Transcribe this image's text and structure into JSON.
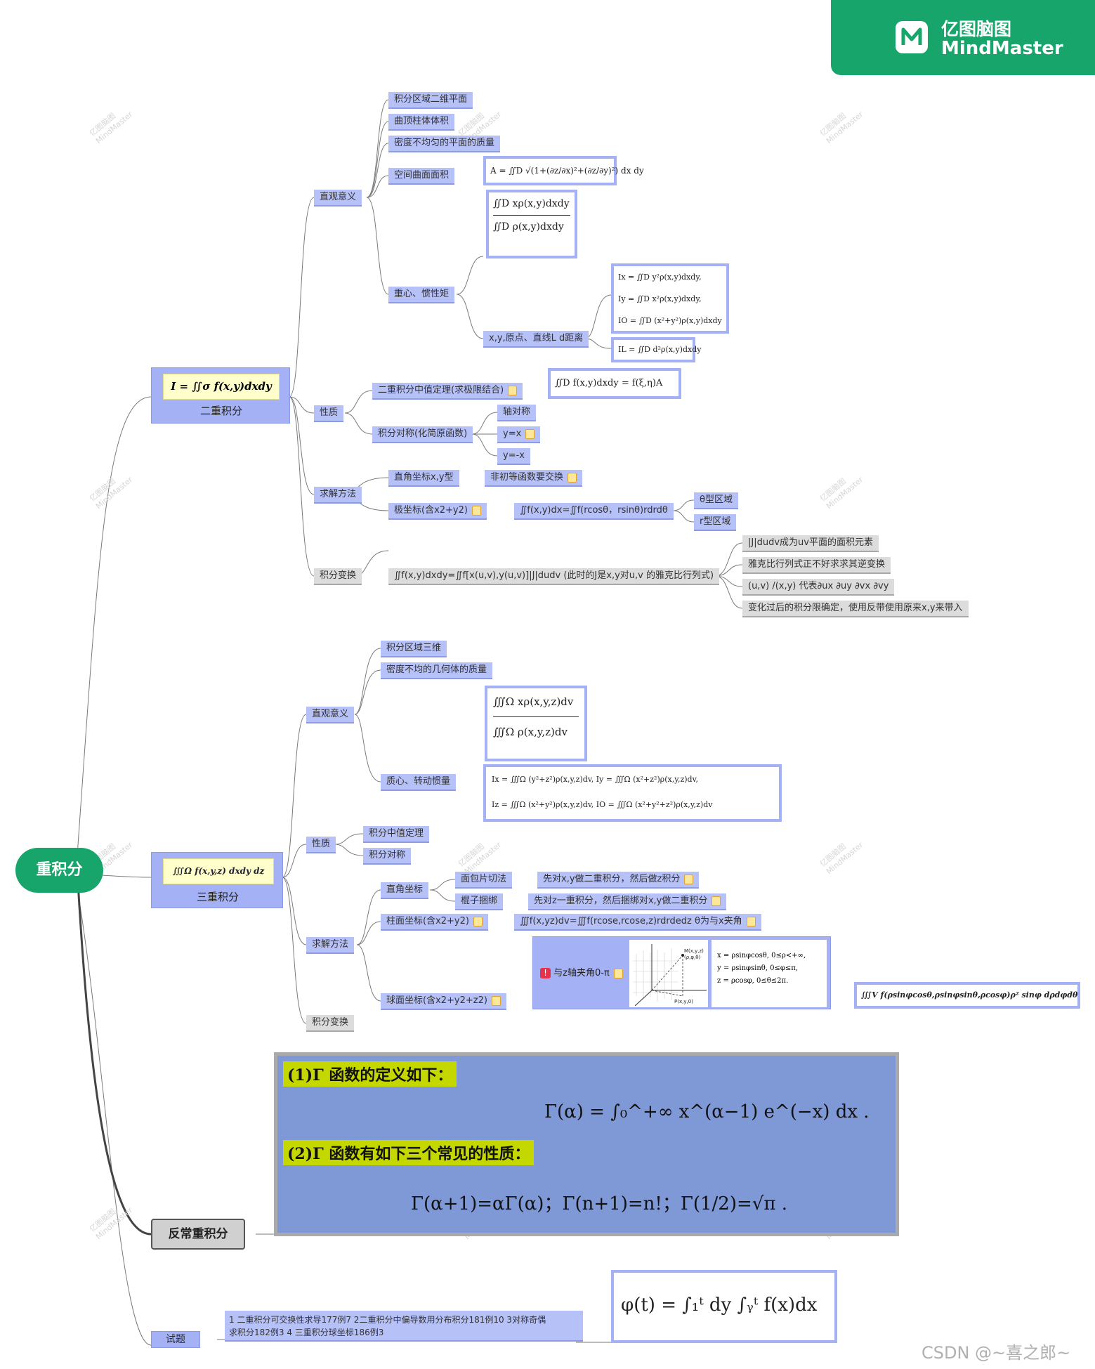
{
  "brand": {
    "name_cn": "亿图脑图",
    "name_en": "MindMaster",
    "footer": "CSDN @~喜之郎~",
    "watermark": "亿图脑图 MindMaster"
  },
  "root": "重积分",
  "double": {
    "formula": "I = ∬σ f(x,y)dxdy",
    "label": "二重积分",
    "meaning": {
      "label": "直观意义",
      "items": [
        "积分区域二维平面",
        "曲顶柱体体积",
        "密度不均匀的平面的质量",
        "空间曲面面积"
      ],
      "area_formula": "A = ∬D √(1+(∂z/∂x)²+(∂z/∂y)²) dx dy",
      "centroid": {
        "label": "重心、惯性矩",
        "numerator": "∬D xρ(x,y)dxdy",
        "denominator": "∬D ρ(x,y)dxdy",
        "distance_label": "x,y,原点、直线L d距离",
        "inertia": [
          "Ix = ∬D y²ρ(x,y)dxdy,",
          "Iy = ∬D x²ρ(x,y)dxdy,",
          "IO = ∬D (x²+y²)ρ(x,y)dxdy"
        ],
        "inertia_L": "IL = ∬D d²ρ(x,y)dxdy"
      }
    },
    "property": {
      "label": "性质",
      "mvt_label": "二重积分中值定理(求极限结合)",
      "mvt_formula": "∬D f(x,y)dxdy = f(ξ,η)A",
      "sym_label": "积分对称(化简原函数)",
      "sym_items": [
        "轴对称",
        "y=x",
        "y=-x"
      ]
    },
    "method": {
      "label": "求解方法",
      "rect": "直角坐标x,y型",
      "rect_note": "非初等函数要交换",
      "polar": "极坐标(含x2+y2)",
      "polar_formula": "∬f(x,y)dx=∬f(rcosθ，rsinθ)rdrdθ",
      "regions": [
        "θ型区域",
        "r型区域"
      ]
    },
    "transform": {
      "label": "积分变换",
      "formula": "∬f(x,y)dxdy=∬f[x(u,v),y(u,v)]|J|dudv   (此时的J是x,y对u,v 的雅克比行列式)",
      "notes": [
        "|J|dudv成为uv平面的面积元素",
        "雅克比行列式正不好求求其逆变换",
        "(u,v) /(x,y) 代表∂ux ∂uy ∂vx ∂vy",
        "变化过后的积分限确定，使用反带使用原来x,y来带入"
      ]
    }
  },
  "triple": {
    "formula": "∭Ω f(x,y,z) dxdy dz",
    "label": "三重积分",
    "meaning": {
      "label": "直观意义",
      "items": [
        "积分区域三维",
        "密度不均的几何体的质量"
      ],
      "numerator": "∭Ω xρ(x,y,z)dv",
      "denominator": "∭Ω ρ(x,y,z)dv",
      "inertia_label": "质心、转动惯量",
      "inertia": [
        "Ix = ∭Ω (y²+z²)ρ(x,y,z)dv,   Iy = ∭Ω (x²+z²)ρ(x,y,z)dv,",
        "Iz = ∭Ω (x²+y²)ρ(x,y,z)dv,   IO = ∭Ω (x²+y²+z²)ρ(x,y,z)dv"
      ]
    },
    "property": {
      "label": "性质",
      "items": [
        "积分中值定理",
        "积分对称"
      ]
    },
    "method": {
      "label": "求解方法",
      "rect": "直角坐标",
      "slice": "面包片切法",
      "slice_note": "先对x,y做二重积分，然后做z积分",
      "stick": "棍子捆绑",
      "stick_note": "先对z一重积分，然后捆绑对x,y做二重积分",
      "cyl": "柱面坐标(含x2+y2)",
      "cyl_formula": "∭f(x,yz)dv=∭f(rcose,rcose,z)rdrdedz θ为与x夹角",
      "sph": "球面坐标(含x2+y2+z2)",
      "sph_note": "与z轴夹角0-π",
      "sph_eq": [
        "x = ρsinφcosθ,   0≤ρ<+∞,",
        "y = ρsinφsinθ,   0≤φ≤π,",
        "z = ρcosφ,        0≤θ≤2π."
      ],
      "sph_formula": "∭V f(ρsinφcosθ,ρsinφsinθ,ρcosφ)ρ² sinφ dρdφdθ",
      "fig_labels": [
        "M(x,y,z)",
        "(ρ,φ,θ)",
        "P(x,y,0)"
      ]
    },
    "transform": "积分变换"
  },
  "improper": {
    "label": "反常重积分",
    "line1": "(1)Γ 函数的定义如下：",
    "gamma_def": "Γ(α) = ∫₀^+∞ x^(α−1) e^(−x) dx .",
    "line2": "(2)Γ 函数有如下三个常见的性质：",
    "gamma_props": "Γ(α+1)=αΓ(α)；Γ(n+1)=n!；Γ(1/2)=√π ."
  },
  "exam": {
    "label": "试题",
    "text1": "1 二重积分可交换性求导177例7  2二重积分中偏导数用分布积分181例10 3对称奇偶",
    "text2": "求积分182例3 4 三重积分球坐标186例3",
    "formula": "φ(t) = ∫₁ᵗ dy ∫ᵧᵗ f(x)dx"
  }
}
